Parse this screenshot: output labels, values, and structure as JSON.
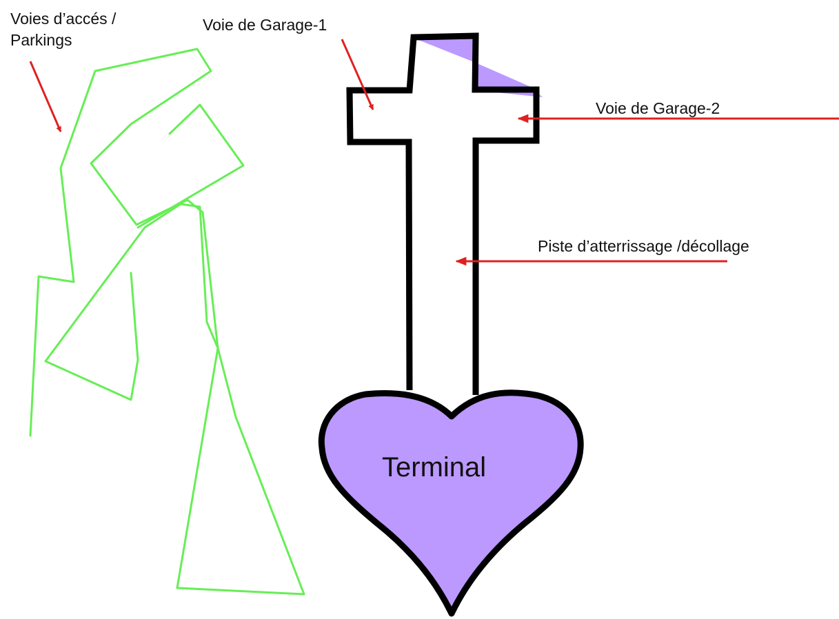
{
  "labels": {
    "voies_acces_line1": "Voies d’accés /",
    "voies_acces_line2": "Parkings",
    "garage1": "Voie de Garage-1",
    "garage2": "Voie de Garage-2",
    "piste": "Piste d’atterrissage /décollage",
    "terminal": "Terminal"
  },
  "colors": {
    "access_roads": "#66ee55",
    "arrow": "#e02020",
    "outline": "#000000",
    "fill": "#bb99ff"
  },
  "icons": {
    "runway": "cross-shaped-runway",
    "terminal": "heart-shaped-terminal",
    "roads": "green-path-lines"
  }
}
